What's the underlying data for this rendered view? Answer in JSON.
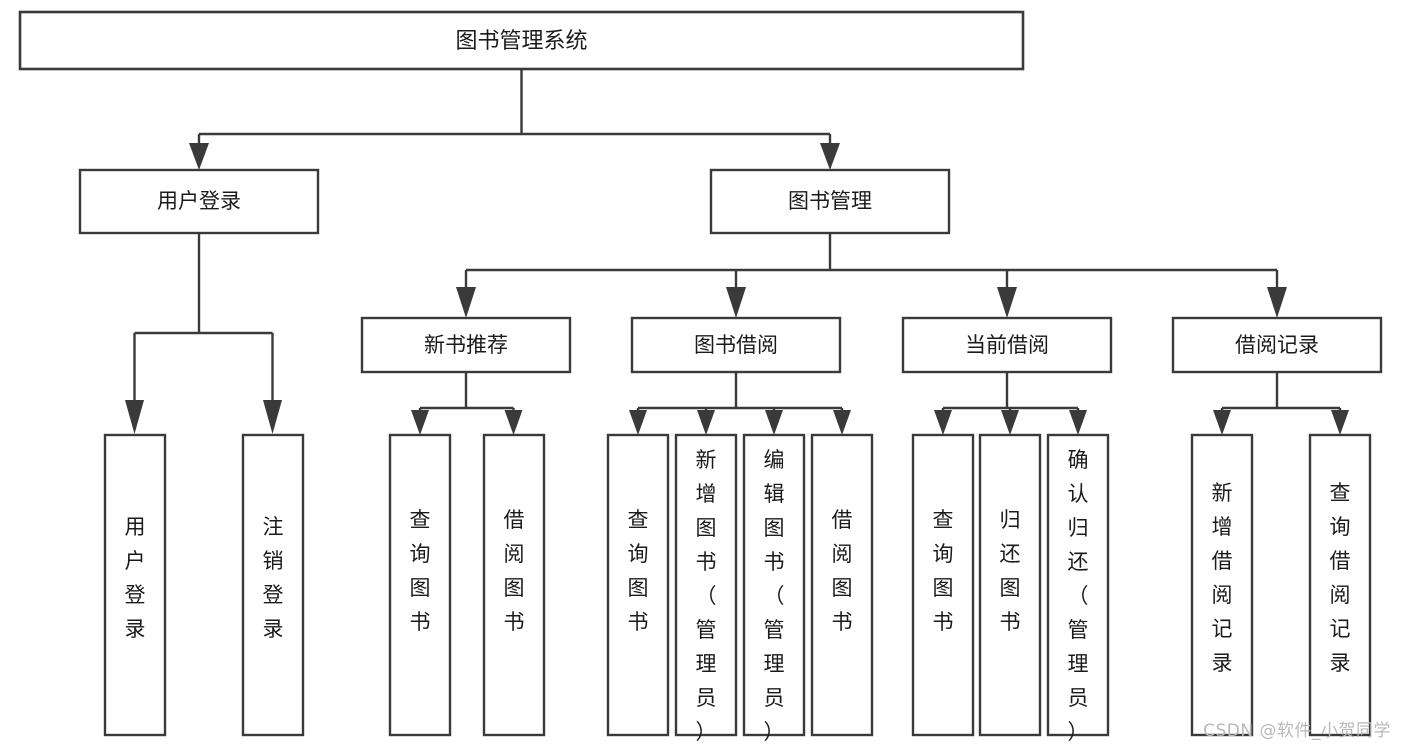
{
  "diagram": {
    "title": "图书管理系统",
    "type": "hierarchy-tree",
    "orientation": "top-down",
    "colors": {
      "box_fill": "#ffffff",
      "box_stroke": "#3a3a3a",
      "connector": "#3a3a3a",
      "text": "#1b1b1b",
      "watermark": "#b9b9b9"
    },
    "root": {
      "id": "root",
      "label": "图书管理系统",
      "level": 0
    },
    "level1": [
      {
        "id": "user-login",
        "label": "用户登录",
        "level": 1
      },
      {
        "id": "book-management",
        "label": "图书管理",
        "level": 1
      }
    ],
    "level2": [
      {
        "id": "new-book-recommend",
        "label": "新书推荐",
        "level": 2,
        "parent": "book-management"
      },
      {
        "id": "book-borrow",
        "label": "图书借阅",
        "level": 2,
        "parent": "book-management"
      },
      {
        "id": "current-borrow",
        "label": "当前借阅",
        "level": 2,
        "parent": "book-management"
      },
      {
        "id": "borrow-record",
        "label": "借阅记录",
        "level": 2,
        "parent": "book-management"
      }
    ],
    "leaves": [
      {
        "id": "leaf-user-login",
        "label": "用户登录",
        "parent": "user-login"
      },
      {
        "id": "leaf-logout-login",
        "label": "注销登录",
        "parent": "user-login"
      },
      {
        "id": "leaf-query-book-1",
        "label": "查询图书",
        "parent": "new-book-recommend"
      },
      {
        "id": "leaf-borrow-book-1",
        "label": "借阅图书",
        "parent": "new-book-recommend"
      },
      {
        "id": "leaf-query-book-2",
        "label": "查询图书",
        "parent": "book-borrow"
      },
      {
        "id": "leaf-add-book",
        "label": "新增图书（管理员）",
        "parent": "book-borrow"
      },
      {
        "id": "leaf-edit-book",
        "label": "编辑图书（管理员）",
        "parent": "book-borrow"
      },
      {
        "id": "leaf-borrow-book-2",
        "label": "借阅图书",
        "parent": "book-borrow"
      },
      {
        "id": "leaf-query-book-3",
        "label": "查询图书",
        "parent": "current-borrow"
      },
      {
        "id": "leaf-return-book",
        "label": "归还图书",
        "parent": "current-borrow"
      },
      {
        "id": "leaf-confirm-return",
        "label": "确认归还（管理员）",
        "parent": "current-borrow"
      },
      {
        "id": "leaf-add-record",
        "label": "新增借阅记录",
        "parent": "borrow-record"
      },
      {
        "id": "leaf-query-record",
        "label": "查询借阅记录",
        "parent": "borrow-record"
      }
    ]
  },
  "watermark": {
    "text": "CSDN @软件_小贺同学"
  }
}
